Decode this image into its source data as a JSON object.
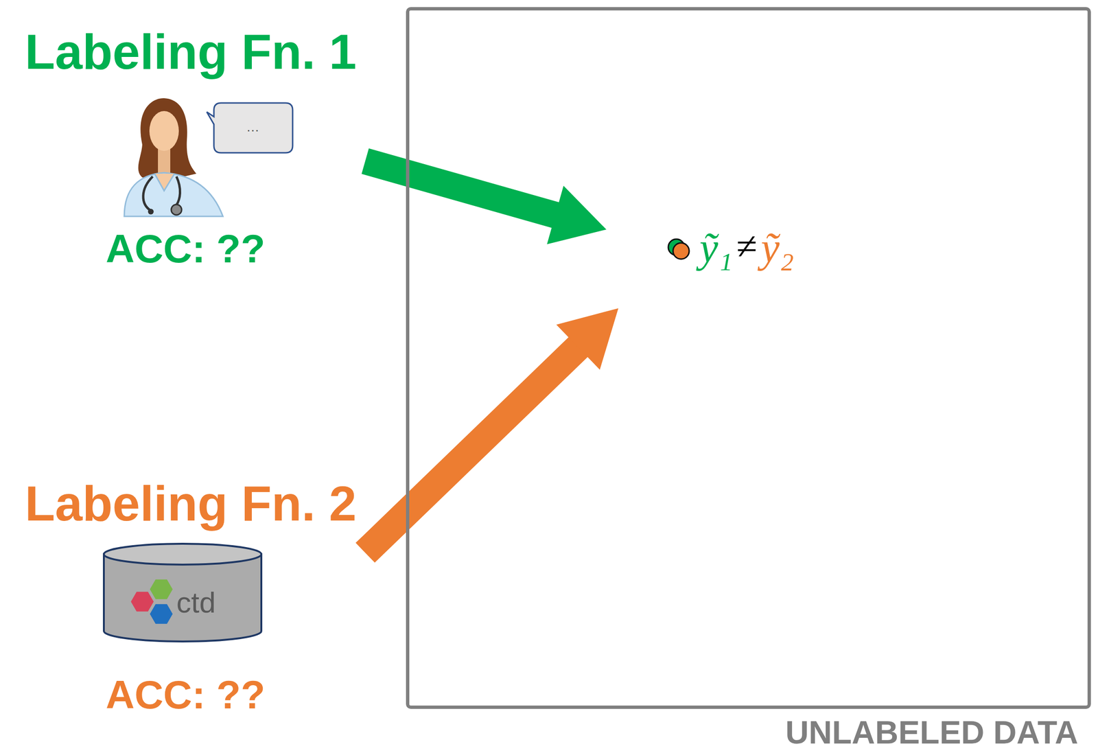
{
  "diagram": {
    "nodes": [
      {
        "text": [
          "Labeling Fn. 1",
          "ACC: ??"
        ]
      },
      {
        "text": [
          "UNLABELED DATA"
        ]
      },
      {
        "text": [
          "ỹ₁",
          "≠",
          "ỹ₂"
        ],
        "in": 1
      },
      {
        "text": [
          "Labeling Fn. 2",
          "ctd",
          "ACC: ??"
        ]
      }
    ],
    "edges": [
      {
        "from": 0,
        "to": 2,
        "arrow": "to"
      },
      {
        "from": 3,
        "to": 2,
        "arrow": "to"
      }
    ],
    "labels": [
      "…"
    ]
  }
}
